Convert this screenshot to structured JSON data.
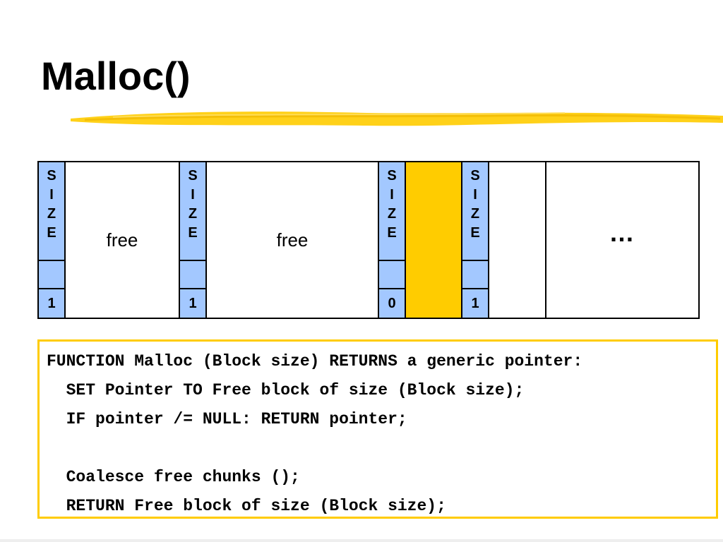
{
  "slide": {
    "title": "Malloc()"
  },
  "memory_diagram": {
    "header_letters": [
      "S",
      "I",
      "Z",
      "E"
    ],
    "blocks": [
      {
        "flag": "1",
        "content": "free",
        "state": "free"
      },
      {
        "flag": "1",
        "content": "free",
        "state": "free"
      },
      {
        "flag": "0",
        "content": "",
        "state": "allocated"
      },
      {
        "flag": "1",
        "content": "",
        "state": "free"
      }
    ],
    "continuation": "…",
    "colors": {
      "header": "#a3c8ff",
      "allocated": "#ffcc00",
      "free": "#ffffff"
    }
  },
  "pseudocode": {
    "lines": [
      "FUNCTION Malloc (Block size) RETURNS a generic pointer:",
      "  SET Pointer TO Free block of size (Block size);",
      "  IF pointer /= NULL: RETURN pointer;",
      "",
      "  Coalesce free chunks ();",
      "  RETURN Free block of size (Block size);"
    ],
    "border_color": "#ffcc00"
  }
}
